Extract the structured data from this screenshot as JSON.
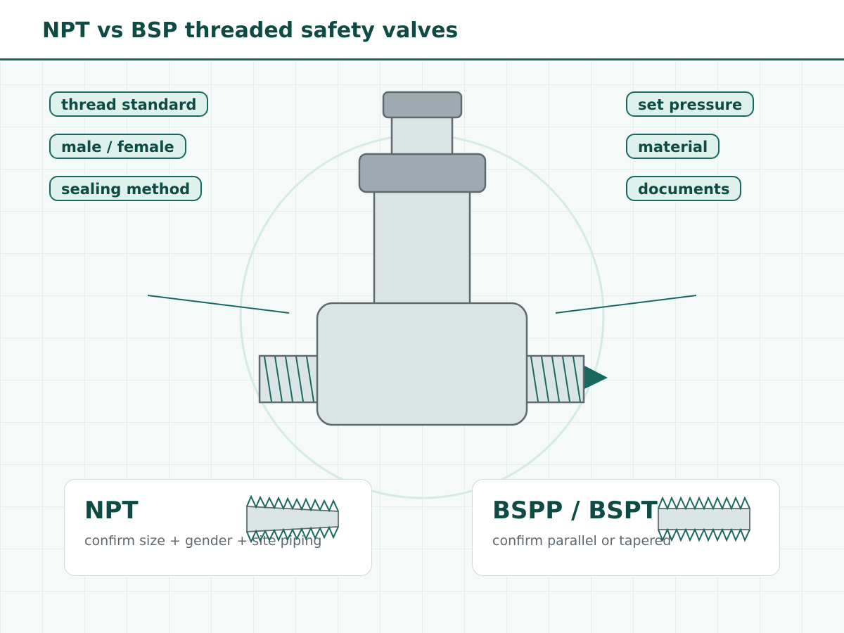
{
  "header": {
    "title": "NPT vs BSP threaded safety valves"
  },
  "chips_left": [
    "thread standard",
    "male / female",
    "sealing method"
  ],
  "chips_right": [
    "set pressure",
    "material",
    "documents"
  ],
  "cards": [
    {
      "title": "NPT",
      "subtitle": "confirm size + gender + site piping",
      "thread": "tapered"
    },
    {
      "title": "BSPP / BSPT",
      "subtitle": "confirm parallel or tapered",
      "thread": "parallel"
    }
  ],
  "colors": {
    "accent": "#17695f",
    "title_text": "#0e4b44",
    "chip_fill": "#dff1ec",
    "valve_body": "#dce5e5",
    "valve_cap": "#9eaaaf",
    "outline": "#5f6b71",
    "ring": "#d3ebe4"
  },
  "icons": {
    "flow_direction": "flow-arrow-icon"
  }
}
